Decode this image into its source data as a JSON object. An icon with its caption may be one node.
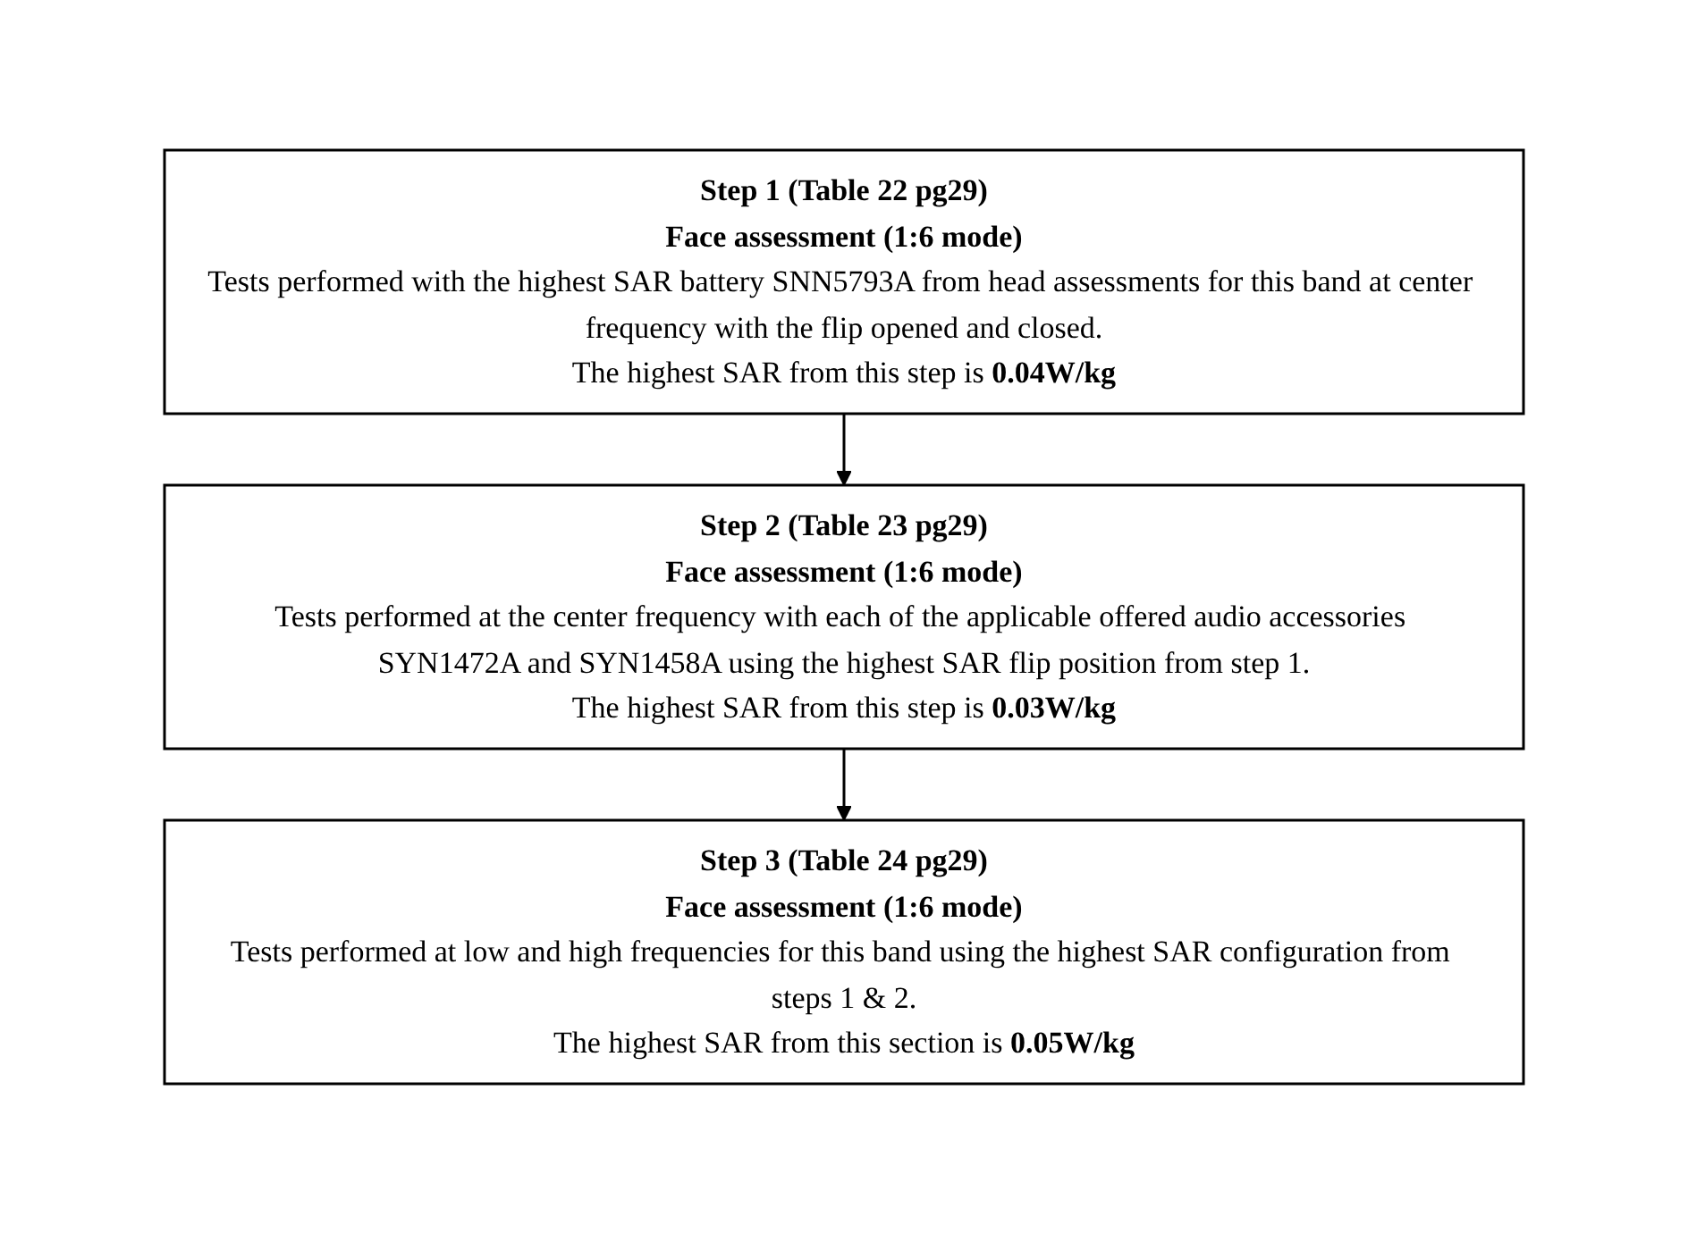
{
  "diagram": {
    "nodes": [
      {
        "text": [
          "Step 1 (Table 22 pg29)",
          "Face assessment (1:6 mode)",
          "Tests performed with the highest SAR battery SNN5793A from head assessments for this band at center frequency with the flip opened and closed.",
          "The highest SAR from this step is **0.04W/kg**"
        ]
      },
      {
        "text": [
          "Step 2 (Table 23 pg29)",
          "Face assessment (1:6 mode)",
          "Tests performed at the center frequency with each of the applicable offered audio accessories SYN1472A and SYN1458A using the highest SAR flip position from step 1.",
          "The highest SAR from this step is **0.03W/kg**"
        ]
      },
      {
        "text": [
          "Step 3 (Table 24 pg29)",
          "Face assessment (1:6 mode)",
          "Tests performed at low and high frequencies for this band using the highest SAR configuration from steps 1 & 2.",
          "The highest SAR from this section is **0.05W/kg**"
        ]
      }
    ],
    "edges": [
      {
        "from": 0,
        "to": 1,
        "arrow": "to"
      },
      {
        "from": 1,
        "to": 2,
        "arrow": "to"
      }
    ]
  }
}
